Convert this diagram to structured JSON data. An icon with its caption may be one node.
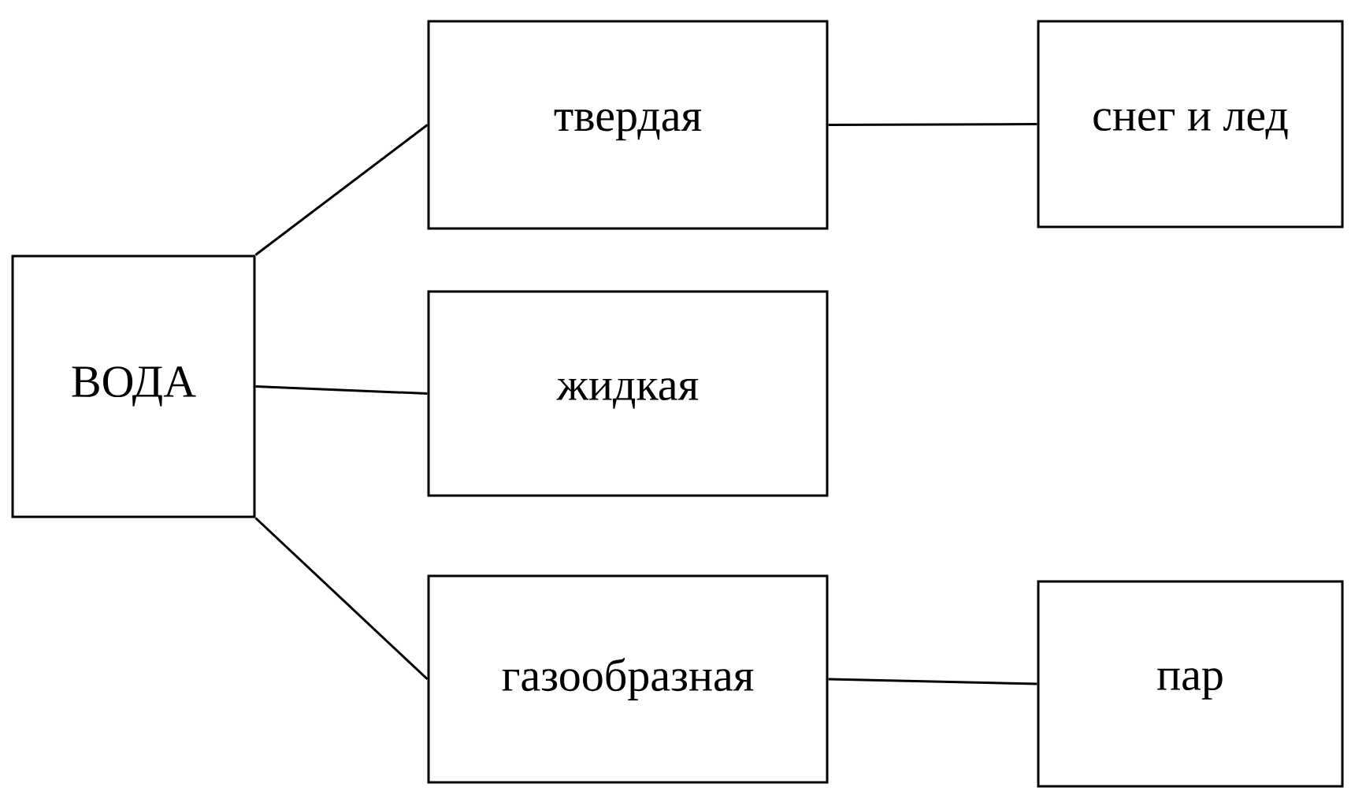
{
  "diagram": {
    "nodes": [
      {
        "text": [
          "ВОДА"
        ]
      },
      {
        "text": [
          "твердая"
        ]
      },
      {
        "text": [
          "жидкая"
        ]
      },
      {
        "text": [
          "газообразная"
        ]
      },
      {
        "text": [
          "снег и лед"
        ]
      },
      {
        "text": [
          "пар"
        ]
      }
    ],
    "edges": [
      {
        "from": 0,
        "to": 1,
        "arrow": "none"
      },
      {
        "from": 0,
        "to": 2,
        "arrow": "none"
      },
      {
        "from": 0,
        "to": 3,
        "arrow": "none"
      },
      {
        "from": 1,
        "to": 4,
        "arrow": "none"
      },
      {
        "from": 3,
        "to": 5,
        "arrow": "none"
      }
    ]
  }
}
